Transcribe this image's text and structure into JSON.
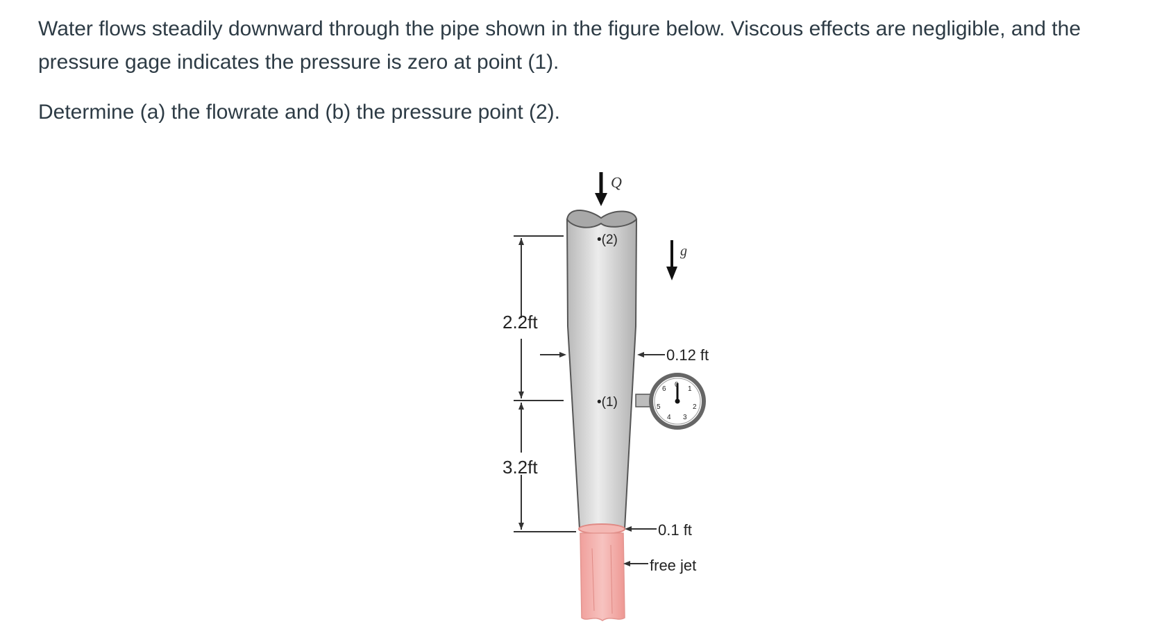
{
  "question": {
    "paragraph1": "Water flows steadily downward through the pipe shown in the figure below. Viscous effects are negligible, and the pressure gage indicates the pressure is zero at point (1).",
    "paragraph2": "Determine (a) the flowrate and (b) the pressure point (2)."
  },
  "figure": {
    "flow_symbol": "Q",
    "gravity_symbol": "g",
    "point2_label": "•(2)",
    "point1_label": "•(1)",
    "dim_upper": "2.2ft",
    "dim_lower": "3.2ft",
    "diameter_upper": "0.12 ft",
    "diameter_outlet": "0.1 ft",
    "jet_label": "free jet",
    "gauge_numbers": [
      "6",
      "0",
      "1",
      "2",
      "3",
      "4",
      "5"
    ],
    "colors": {
      "pipe": "#c9c9c9",
      "pipe_highlight": "#ececec",
      "jet": "#f2a6a3",
      "text": "#2d3b45"
    }
  }
}
